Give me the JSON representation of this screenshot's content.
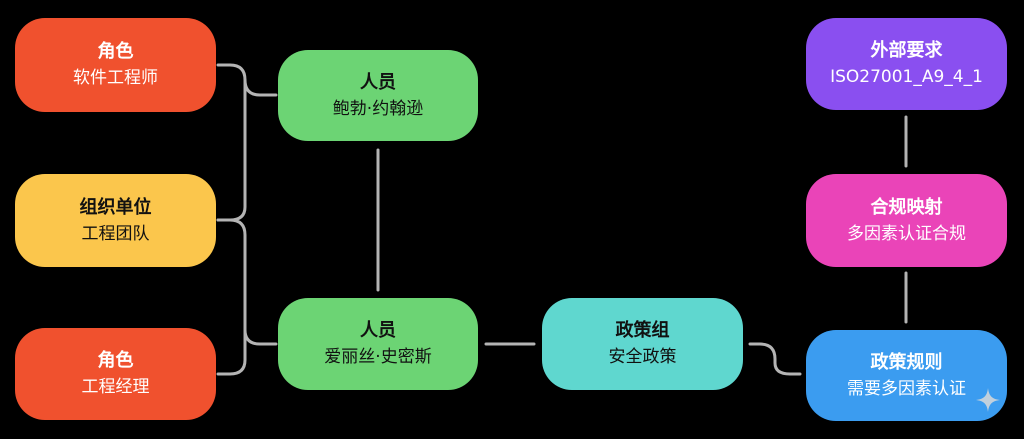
{
  "colors": {
    "role": "#f0512e",
    "org": "#fbc64c",
    "person": "#6cd474",
    "policy_group": "#5fd7cf",
    "external": "#8a4ff0",
    "mapping": "#ea44b8",
    "policy_rule": "#3b9cf0",
    "connector": "#b4b4b4"
  },
  "nodes": {
    "role_se": {
      "title": "角色",
      "value": "软件工程师"
    },
    "org": {
      "title": "组织单位",
      "value": "工程团队"
    },
    "role_em": {
      "title": "角色",
      "value": "工程经理"
    },
    "person_bob": {
      "title": "人员",
      "value": "鲍勃·约翰逊"
    },
    "person_alice": {
      "title": "人员",
      "value": "爱丽丝·史密斯"
    },
    "policy_group": {
      "title": "政策组",
      "value": "安全政策"
    },
    "external_req": {
      "title": "外部要求",
      "value": "ISO27001_A9_4_1"
    },
    "mapping": {
      "title": "合规映射",
      "value": "多因素认证合规"
    },
    "policy_rule": {
      "title": "政策规则",
      "value": "需要多因素认证"
    }
  }
}
